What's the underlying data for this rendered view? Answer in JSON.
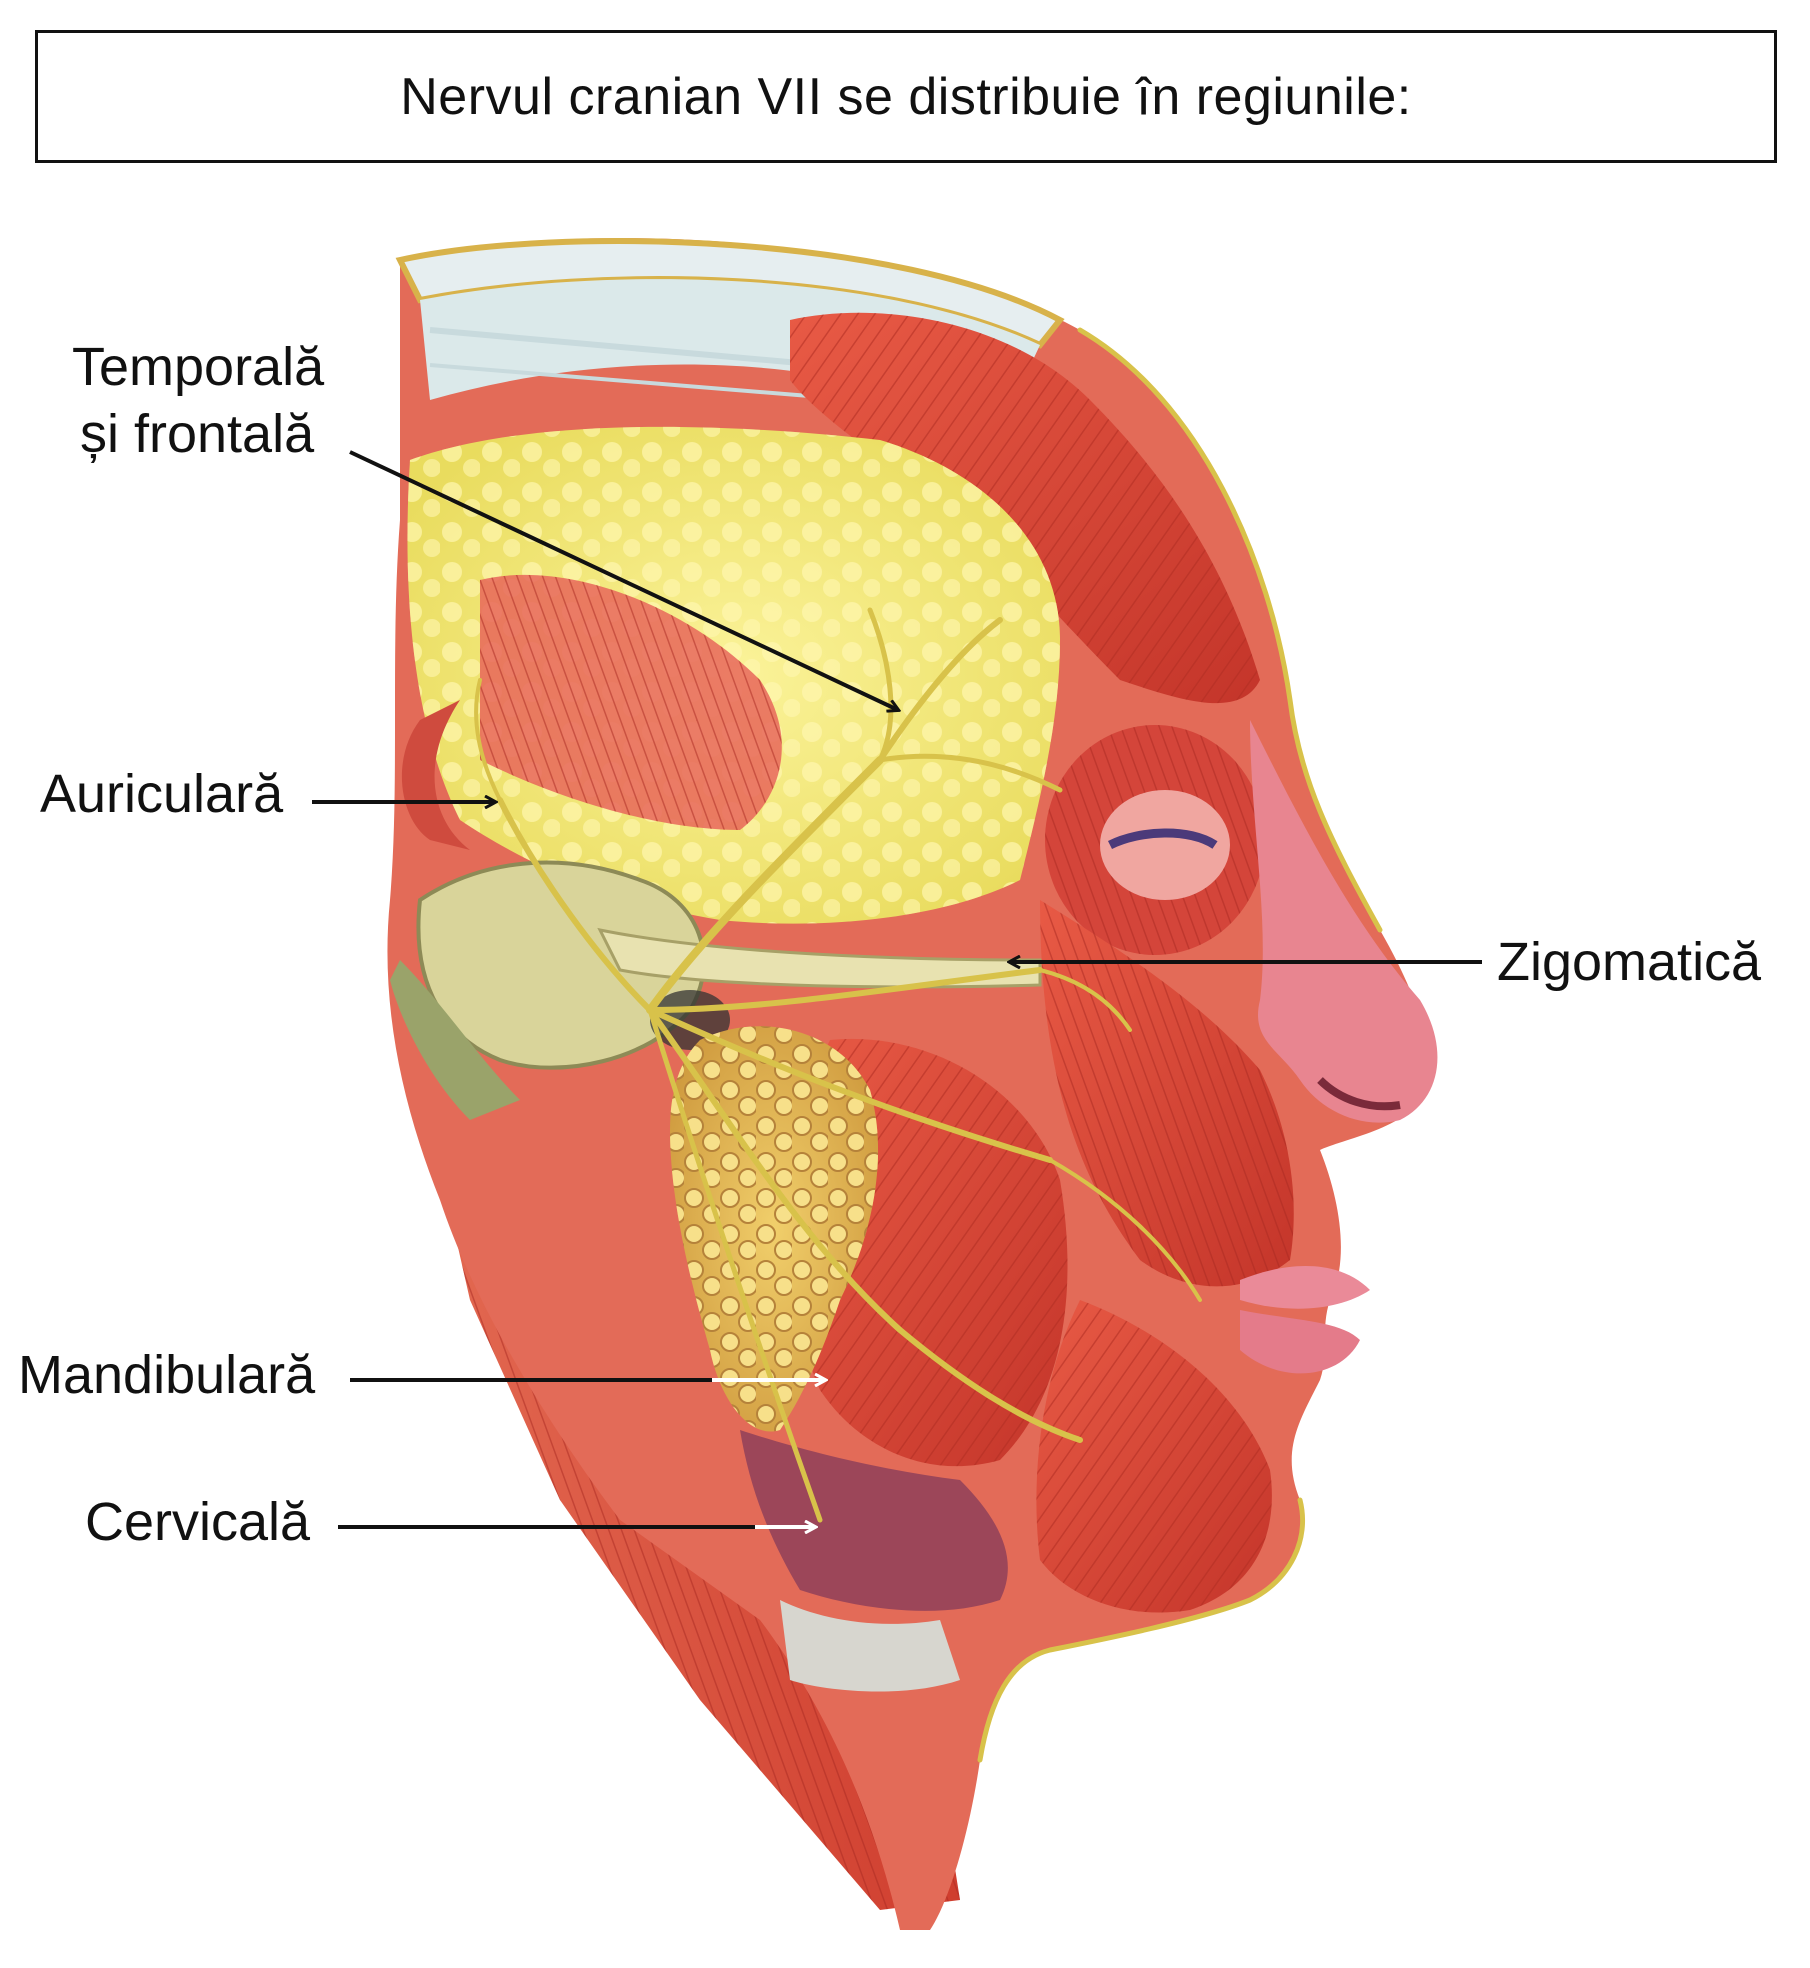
{
  "title": "Nervul cranian VII se distribuie în regiunile:",
  "labels": {
    "temporal_line1": "Temporală",
    "temporal_line2": "și frontală",
    "auricular": "Auriculară",
    "zygomatic": "Zigomatică",
    "mandibular": "Mandibulară",
    "cervical": "Cervicală"
  },
  "colors": {
    "muscle": "#d9493a",
    "muscle_dark": "#b22f24",
    "fat": "#f1ea7a",
    "nerve": "#d8c24a",
    "skin": "#e8828a",
    "arrow": "#111111"
  }
}
